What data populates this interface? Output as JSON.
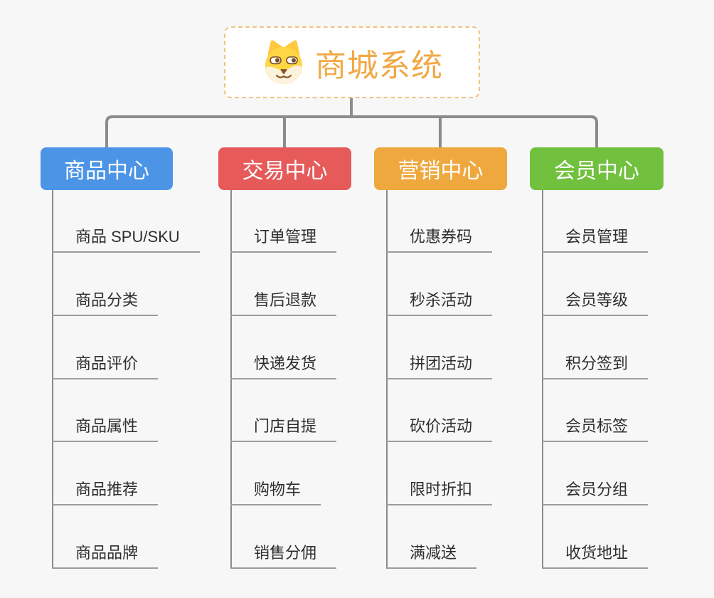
{
  "root": {
    "title": "商城系统",
    "icon": "doge-icon"
  },
  "branches": [
    {
      "label": "商品中心",
      "color": "#4b94e6",
      "children": [
        "商品 SPU/SKU",
        "商品分类",
        "商品评价",
        "商品属性",
        "商品推荐",
        "商品品牌"
      ]
    },
    {
      "label": "交易中心",
      "color": "#e65a5a",
      "children": [
        "订单管理",
        "售后退款",
        "快递发货",
        "门店自提",
        "购物车",
        "销售分佣"
      ]
    },
    {
      "label": "营销中心",
      "color": "#eea83e",
      "children": [
        "优惠券码",
        "秒杀活动",
        "拼团活动",
        "砍价活动",
        "限时折扣",
        "满减送"
      ]
    },
    {
      "label": "会员中心",
      "color": "#71c03e",
      "children": [
        "会员管理",
        "会员等级",
        "积分签到",
        "会员标签",
        "会员分组",
        "收货地址"
      ]
    }
  ],
  "colors": {
    "background": "#f7f7f7",
    "root_text": "#f2a846",
    "root_border": "#f0c382",
    "connector": "#8c8c8c",
    "trunk": "#8a8a8a",
    "underline": "#9c9c9c",
    "child_text": "#2e2e2e"
  }
}
